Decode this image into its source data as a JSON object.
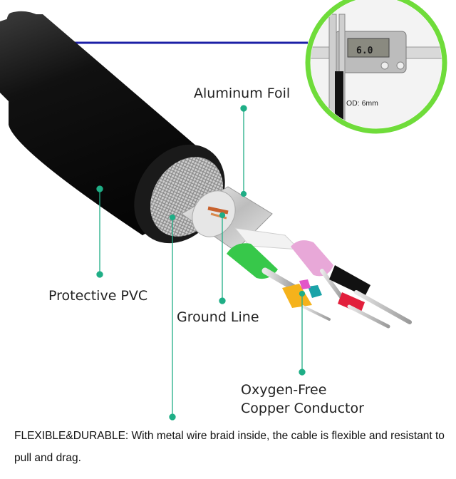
{
  "labels": {
    "aluminum_foil": "Aluminum Foil",
    "protective_pvc": "Protective PVC",
    "ground_line": "Ground Line",
    "oxygen_free_line1": "Oxygen-Free",
    "oxygen_free_line2": "Copper Conductor"
  },
  "inset": {
    "od_label": "OD: 6mm",
    "caliper_reading": "6.0"
  },
  "caption": {
    "lead": "FLEXIBLE&DURABLE:",
    "text": " With metal wire braid inside, the cable is flexible and resistant to pull and drag."
  },
  "colors": {
    "leader_line": "#1fae86",
    "inset_ring": "#6fdc3a",
    "pointer_line": "#1b1fa6",
    "jacket": "#151515"
  }
}
